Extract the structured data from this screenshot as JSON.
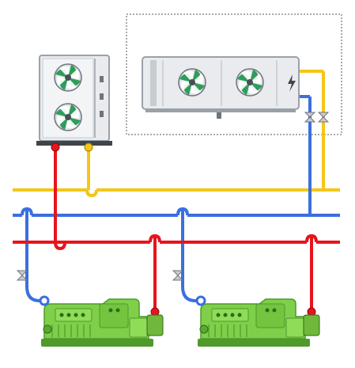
{
  "colors": {
    "background": "#ffffff",
    "liquid_line": "#f5c518",
    "suction_line": "#3a6fe0",
    "discharge_line": "#e8141c",
    "compressor_body": "#7fcf4a",
    "compressor_dark": "#4e9a2a",
    "unit_panel": "#e9ebee",
    "unit_edge": "#9aa1a8",
    "fan_green": "#2e9e5a",
    "valve": "#c9ccd1",
    "enclosure_border": "#555555"
  },
  "icons": {
    "condenser": "condenser-unit-icon",
    "evaporator": "evaporator-unit-icon",
    "compressor": "compressor-icon",
    "fan": "fan-icon",
    "valve": "valve-icon",
    "power": "lightning-icon"
  },
  "components": {
    "condenser_fans": 2,
    "evaporator_fans": 2,
    "compressors": 2,
    "expansion_valves": 2,
    "service_valves": 2
  }
}
